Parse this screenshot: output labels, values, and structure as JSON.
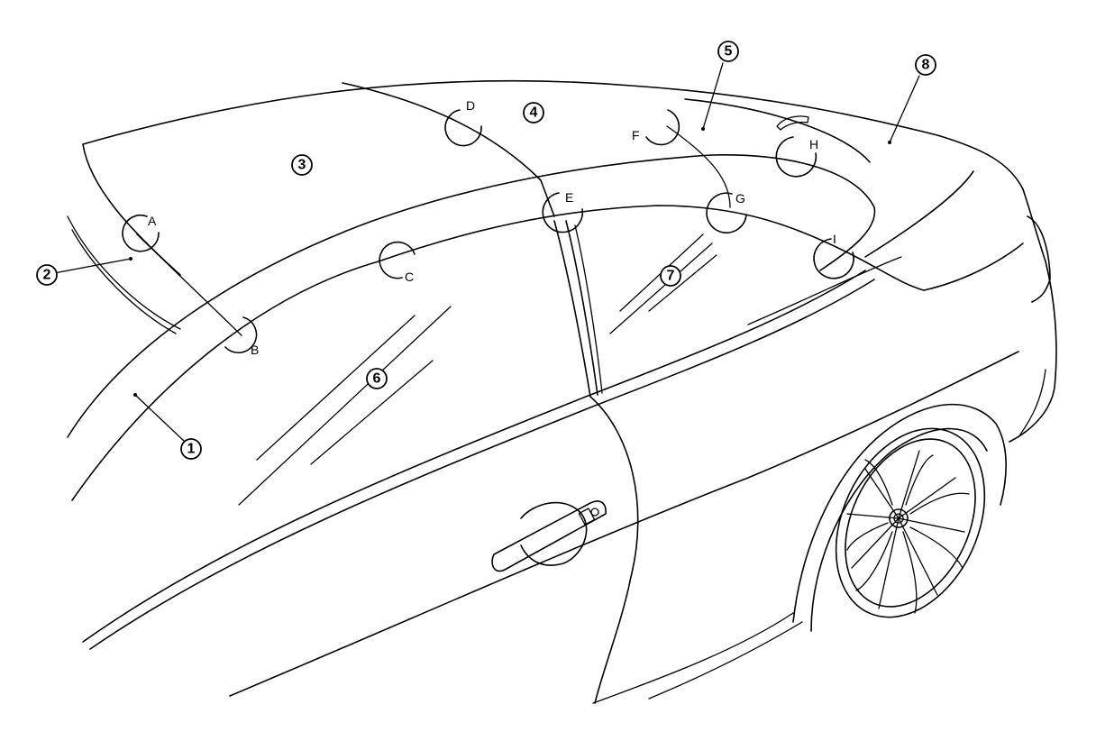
{
  "callouts": [
    {
      "id": "1",
      "text": "1"
    },
    {
      "id": "2",
      "text": "2"
    },
    {
      "id": "3",
      "text": "3"
    },
    {
      "id": "4",
      "text": "4"
    },
    {
      "id": "5",
      "text": "5"
    },
    {
      "id": "6",
      "text": "6"
    },
    {
      "id": "7",
      "text": "7"
    },
    {
      "id": "8",
      "text": "8"
    }
  ],
  "detail_marks": [
    {
      "id": "A",
      "text": "A"
    },
    {
      "id": "B",
      "text": "B"
    },
    {
      "id": "C",
      "text": "C"
    },
    {
      "id": "D",
      "text": "D"
    },
    {
      "id": "E",
      "text": "E"
    },
    {
      "id": "F",
      "text": "F"
    },
    {
      "id": "G",
      "text": "G"
    },
    {
      "id": "H",
      "text": "H"
    },
    {
      "id": "I",
      "text": "I"
    }
  ]
}
